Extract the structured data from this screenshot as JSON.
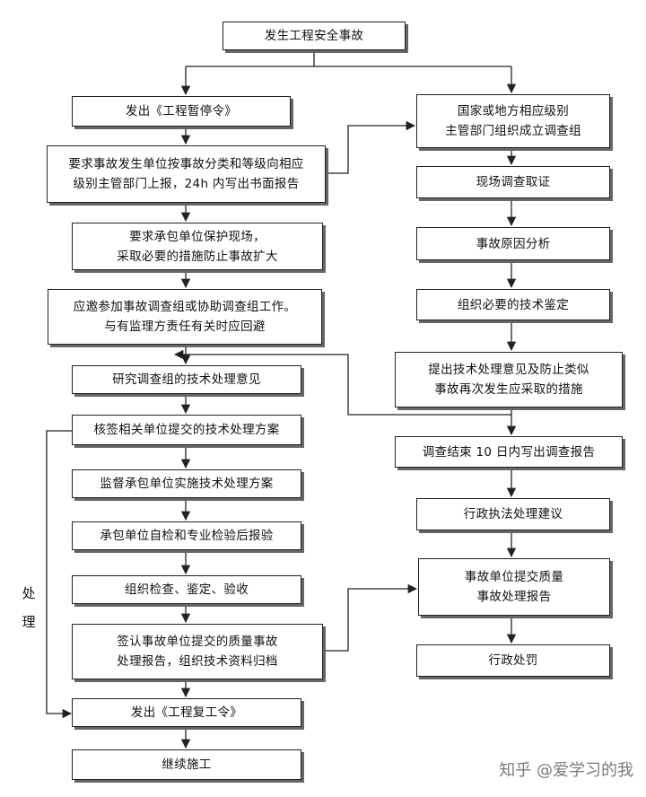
{
  "diagram": {
    "nodes": [
      {
        "id": "n0",
        "text": "发生工程安全事故"
      },
      {
        "id": "n1",
        "text": "发出《工程暂停令》"
      },
      {
        "id": "n2",
        "text": "要求事故发生单位按事故分类和等级向相应\n级别主管部门上报，24h 内写出书面报告"
      },
      {
        "id": "n3",
        "text": "要求承包单位保护现场，\n采取必要的措施防止事故扩大"
      },
      {
        "id": "n4",
        "text": "应邀参加事故调查组或协助调查组工作。\n与有监理方责任有关时应回避"
      },
      {
        "id": "n5",
        "text": "研究调查组的技术处理意见"
      },
      {
        "id": "n6",
        "text": "核签相关单位提交的技术处理方案"
      },
      {
        "id": "n7",
        "text": "监督承包单位实施技术处理方案"
      },
      {
        "id": "n8",
        "text": "承包单位自检和专业检验后报验"
      },
      {
        "id": "n9",
        "text": "组织检查、鉴定、验收"
      },
      {
        "id": "n10",
        "text": "签认事故单位提交的质量事故\n处理报告，组织技术资料归档"
      },
      {
        "id": "n11",
        "text": "发出《工程复工令》"
      },
      {
        "id": "n12",
        "text": "继续施工"
      },
      {
        "id": "r0",
        "text": "国家或地方相应级别\n主管部门组织成立调查组"
      },
      {
        "id": "r1",
        "text": "现场调查取证"
      },
      {
        "id": "r2",
        "text": "事故原因分析"
      },
      {
        "id": "r3",
        "text": "组织必要的技术鉴定"
      },
      {
        "id": "r4",
        "text": "提出技术处理意见及防止类似\n事故再次发生应采取的措施"
      },
      {
        "id": "r5",
        "text": "调查结束 10 日内写出调查报告"
      },
      {
        "id": "r6",
        "text": "行政执法处理建议"
      },
      {
        "id": "r7",
        "text": "事故单位提交质量\n事故处理报告"
      },
      {
        "id": "r8",
        "text": "行政处罚"
      }
    ],
    "side_label": "处\n理"
  },
  "watermark": "知乎 @爱学习的我"
}
